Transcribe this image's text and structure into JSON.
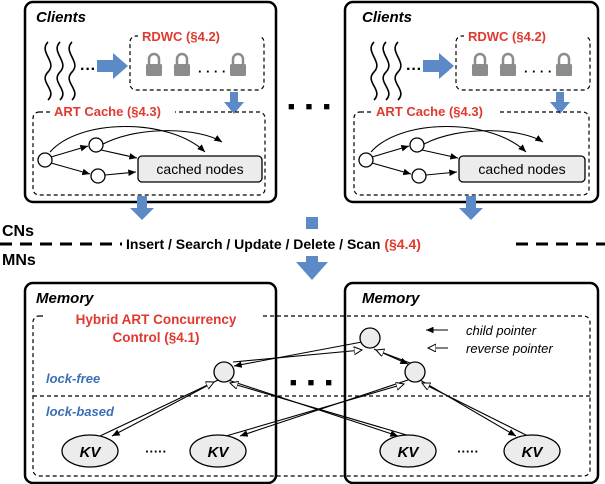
{
  "clients_left": {
    "title": "Clients",
    "rdwc": "RDWC (§4.2)",
    "art_cache": "ART Cache (§4.3)",
    "cached_nodes": "cached nodes",
    "dots": "···"
  },
  "clients_right": {
    "title": "Clients",
    "rdwc": "RDWC (§4.2)",
    "art_cache": "ART Cache (§4.3)",
    "cached_nodes": "cached nodes",
    "dots": "···"
  },
  "middle_ellipsis": "■ ■ ■",
  "cns_label": "CNs",
  "mns_label": "MNs",
  "operations": {
    "text": "Insert / Search / Update / Delete / Scan",
    "ref": "(§4.4)"
  },
  "memory_left": {
    "title": "Memory",
    "hybrid_line1": "Hybrid ART Concurrency",
    "hybrid_line2": "Control (§4.1)",
    "lock_free": "lock-free",
    "lock_based": "lock-based",
    "kv1": "KV",
    "kv2": "KV",
    "dots": "·····"
  },
  "memory_right": {
    "title": "Memory",
    "kv1": "KV",
    "kv2": "KV",
    "dots": "·····"
  },
  "legend": {
    "child_pointer": "child pointer",
    "reverse_pointer": "reverse pointer"
  },
  "colors": {
    "accent_red": "#e0392f",
    "accent_blue": "#3b6fb6",
    "arrow_blue": "#5b8ac6",
    "lock_gray": "#8c8c8c",
    "node_fill": "#ececec"
  }
}
